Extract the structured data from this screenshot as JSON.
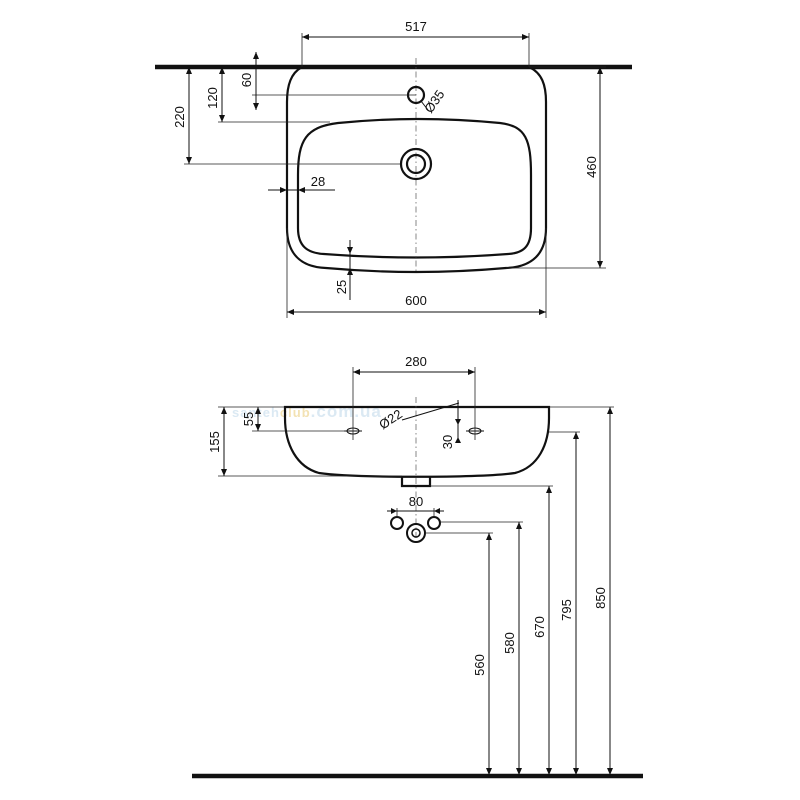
{
  "top_view": {
    "dims": {
      "overflow_width": "517",
      "tap_hole_offset": "60",
      "basin_offset": "120",
      "drain_offset": "220",
      "tap_hole_diameter": "Ø35",
      "rim_width": "28",
      "depth": "460",
      "front_rim": "25",
      "width": "600"
    }
  },
  "side_view": {
    "watermark": {
      "part1": "santeh",
      "part2": "club",
      "part3": ".com.ua"
    },
    "dims": {
      "overflow_spacing": "280",
      "overflow_height": "55",
      "overflow_diameter": "Ø22",
      "overflow_size": "30",
      "basin_height": "155",
      "water_spacing": "80",
      "height_560": "560",
      "height_580": "580",
      "height_670": "670",
      "height_795": "795",
      "height_850": "850"
    }
  },
  "colors": {
    "line": "#111111",
    "watermark_light": "#dbe9f3",
    "watermark_accent": "#f3e2b3"
  }
}
